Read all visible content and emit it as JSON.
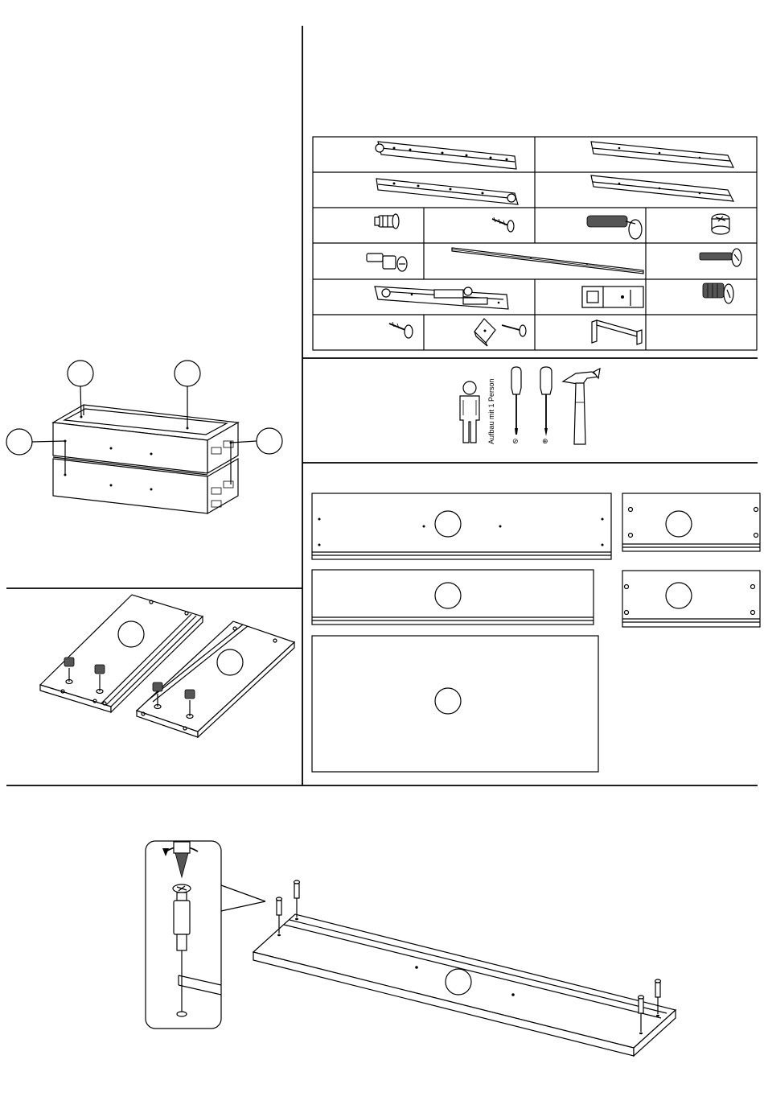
{
  "sheet": {
    "panels": [
      "overview",
      "fittings",
      "tools",
      "parts",
      "preassembly",
      "step-1"
    ]
  },
  "tools": {
    "persons_label": "Aufbau mit 1 Person",
    "screwdriver_flat_mark": "⊘",
    "screwdriver_phillips_mark": "⊕"
  },
  "colors": {
    "line": "#000000",
    "background": "#ffffff"
  }
}
